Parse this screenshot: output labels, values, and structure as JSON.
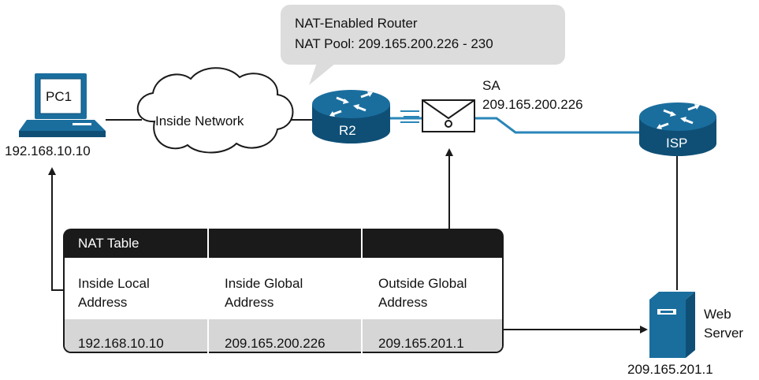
{
  "callout": {
    "line1": "NAT-Enabled Router",
    "line2": "NAT Pool: 209.165.200.226 - 230"
  },
  "pc": {
    "label": "PC1",
    "ip": "192.168.10.10"
  },
  "cloud": {
    "label": "Inside Network"
  },
  "router": {
    "label": "R2"
  },
  "packet": {
    "sa_label": "SA",
    "sa_ip": "209.165.200.226"
  },
  "isp": {
    "label": "ISP"
  },
  "server": {
    "label_line1": "Web",
    "label_line2": "Server",
    "ip": "209.165.201.1"
  },
  "nat_table": {
    "title": "NAT Table",
    "columns": [
      {
        "header": "Inside Local\nAddress",
        "value": "192.168.10.10"
      },
      {
        "header": "Inside Global\nAddress",
        "value": "209.165.200.226"
      },
      {
        "header": "Outside Global\nAddress",
        "value": "209.165.201.1"
      }
    ]
  },
  "colors": {
    "device_blue": "#1a6e9e",
    "device_dark": "#0f4f76",
    "line": "#1a1a1a",
    "wan_line": "#2a86b8",
    "callout_bg": "#dcdcdc",
    "table_header": "#1a1a1a",
    "table_data_row": "#d6d6d6"
  }
}
